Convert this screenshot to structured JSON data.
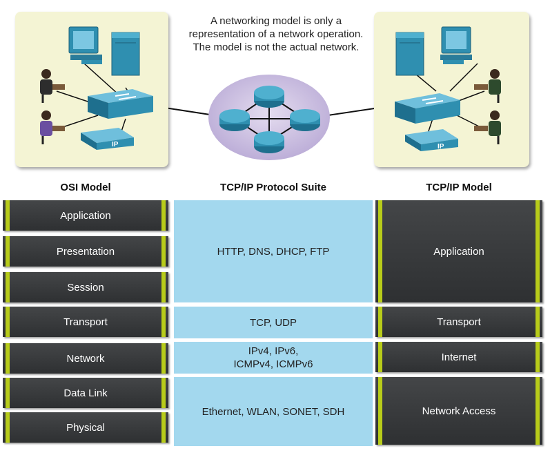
{
  "caption": {
    "line1": "A networking model is only a",
    "line2": "representation of a network operation.",
    "line3": "The model is not the actual network."
  },
  "headers": {
    "osi": "OSI Model",
    "suite": "TCP/IP Protocol Suite",
    "tcpip": "TCP/IP Model"
  },
  "phone_label": "IP",
  "osi_layers": [
    "Application",
    "Presentation",
    "Session",
    "Transport",
    "Network",
    "Data Link",
    "Physical"
  ],
  "protocols": {
    "application": "HTTP, DNS, DHCP, FTP",
    "transport": "TCP, UDP",
    "network_line1": "IPv4, IPv6,",
    "network_line2": "ICMPv4, ICMPv6",
    "link": "Ethernet, WLAN, SONET, SDH"
  },
  "tcpip_layers": {
    "application": "Application",
    "transport": "Transport",
    "internet": "Internet",
    "network_access": "Network Access"
  },
  "colors": {
    "panel": "#f4f4d4",
    "layer_box": "#3a3c3e",
    "accent_bar": "#b8cc1a",
    "protocol_band": "#a3d8ee",
    "cloud": "#cbbfe0",
    "device": "#2f8fb0"
  },
  "icons": [
    "computer-icon",
    "server-icon",
    "switch-icon",
    "ip-phone-icon",
    "user-icon",
    "router-icon"
  ]
}
